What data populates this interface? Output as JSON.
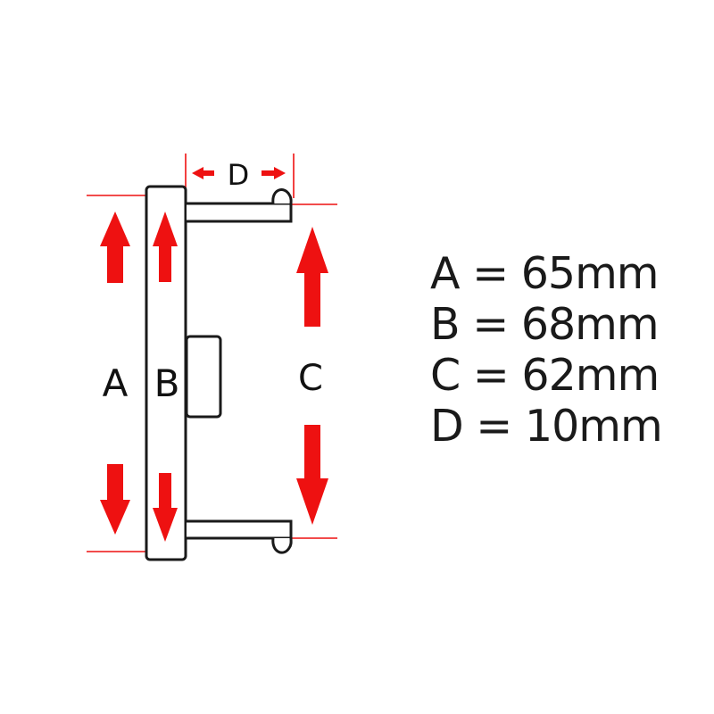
{
  "diagram": {
    "labels": {
      "a": "A",
      "b": "B",
      "c": "C",
      "d": "D"
    },
    "colors": {
      "dimension": "#ee1111",
      "outline": "#1a1a1a",
      "fill": "#ffffff"
    }
  },
  "legend": [
    {
      "text": "A = 65mm"
    },
    {
      "text": "B = 68mm"
    },
    {
      "text": "C = 62mm"
    },
    {
      "text": "D = 10mm"
    }
  ]
}
